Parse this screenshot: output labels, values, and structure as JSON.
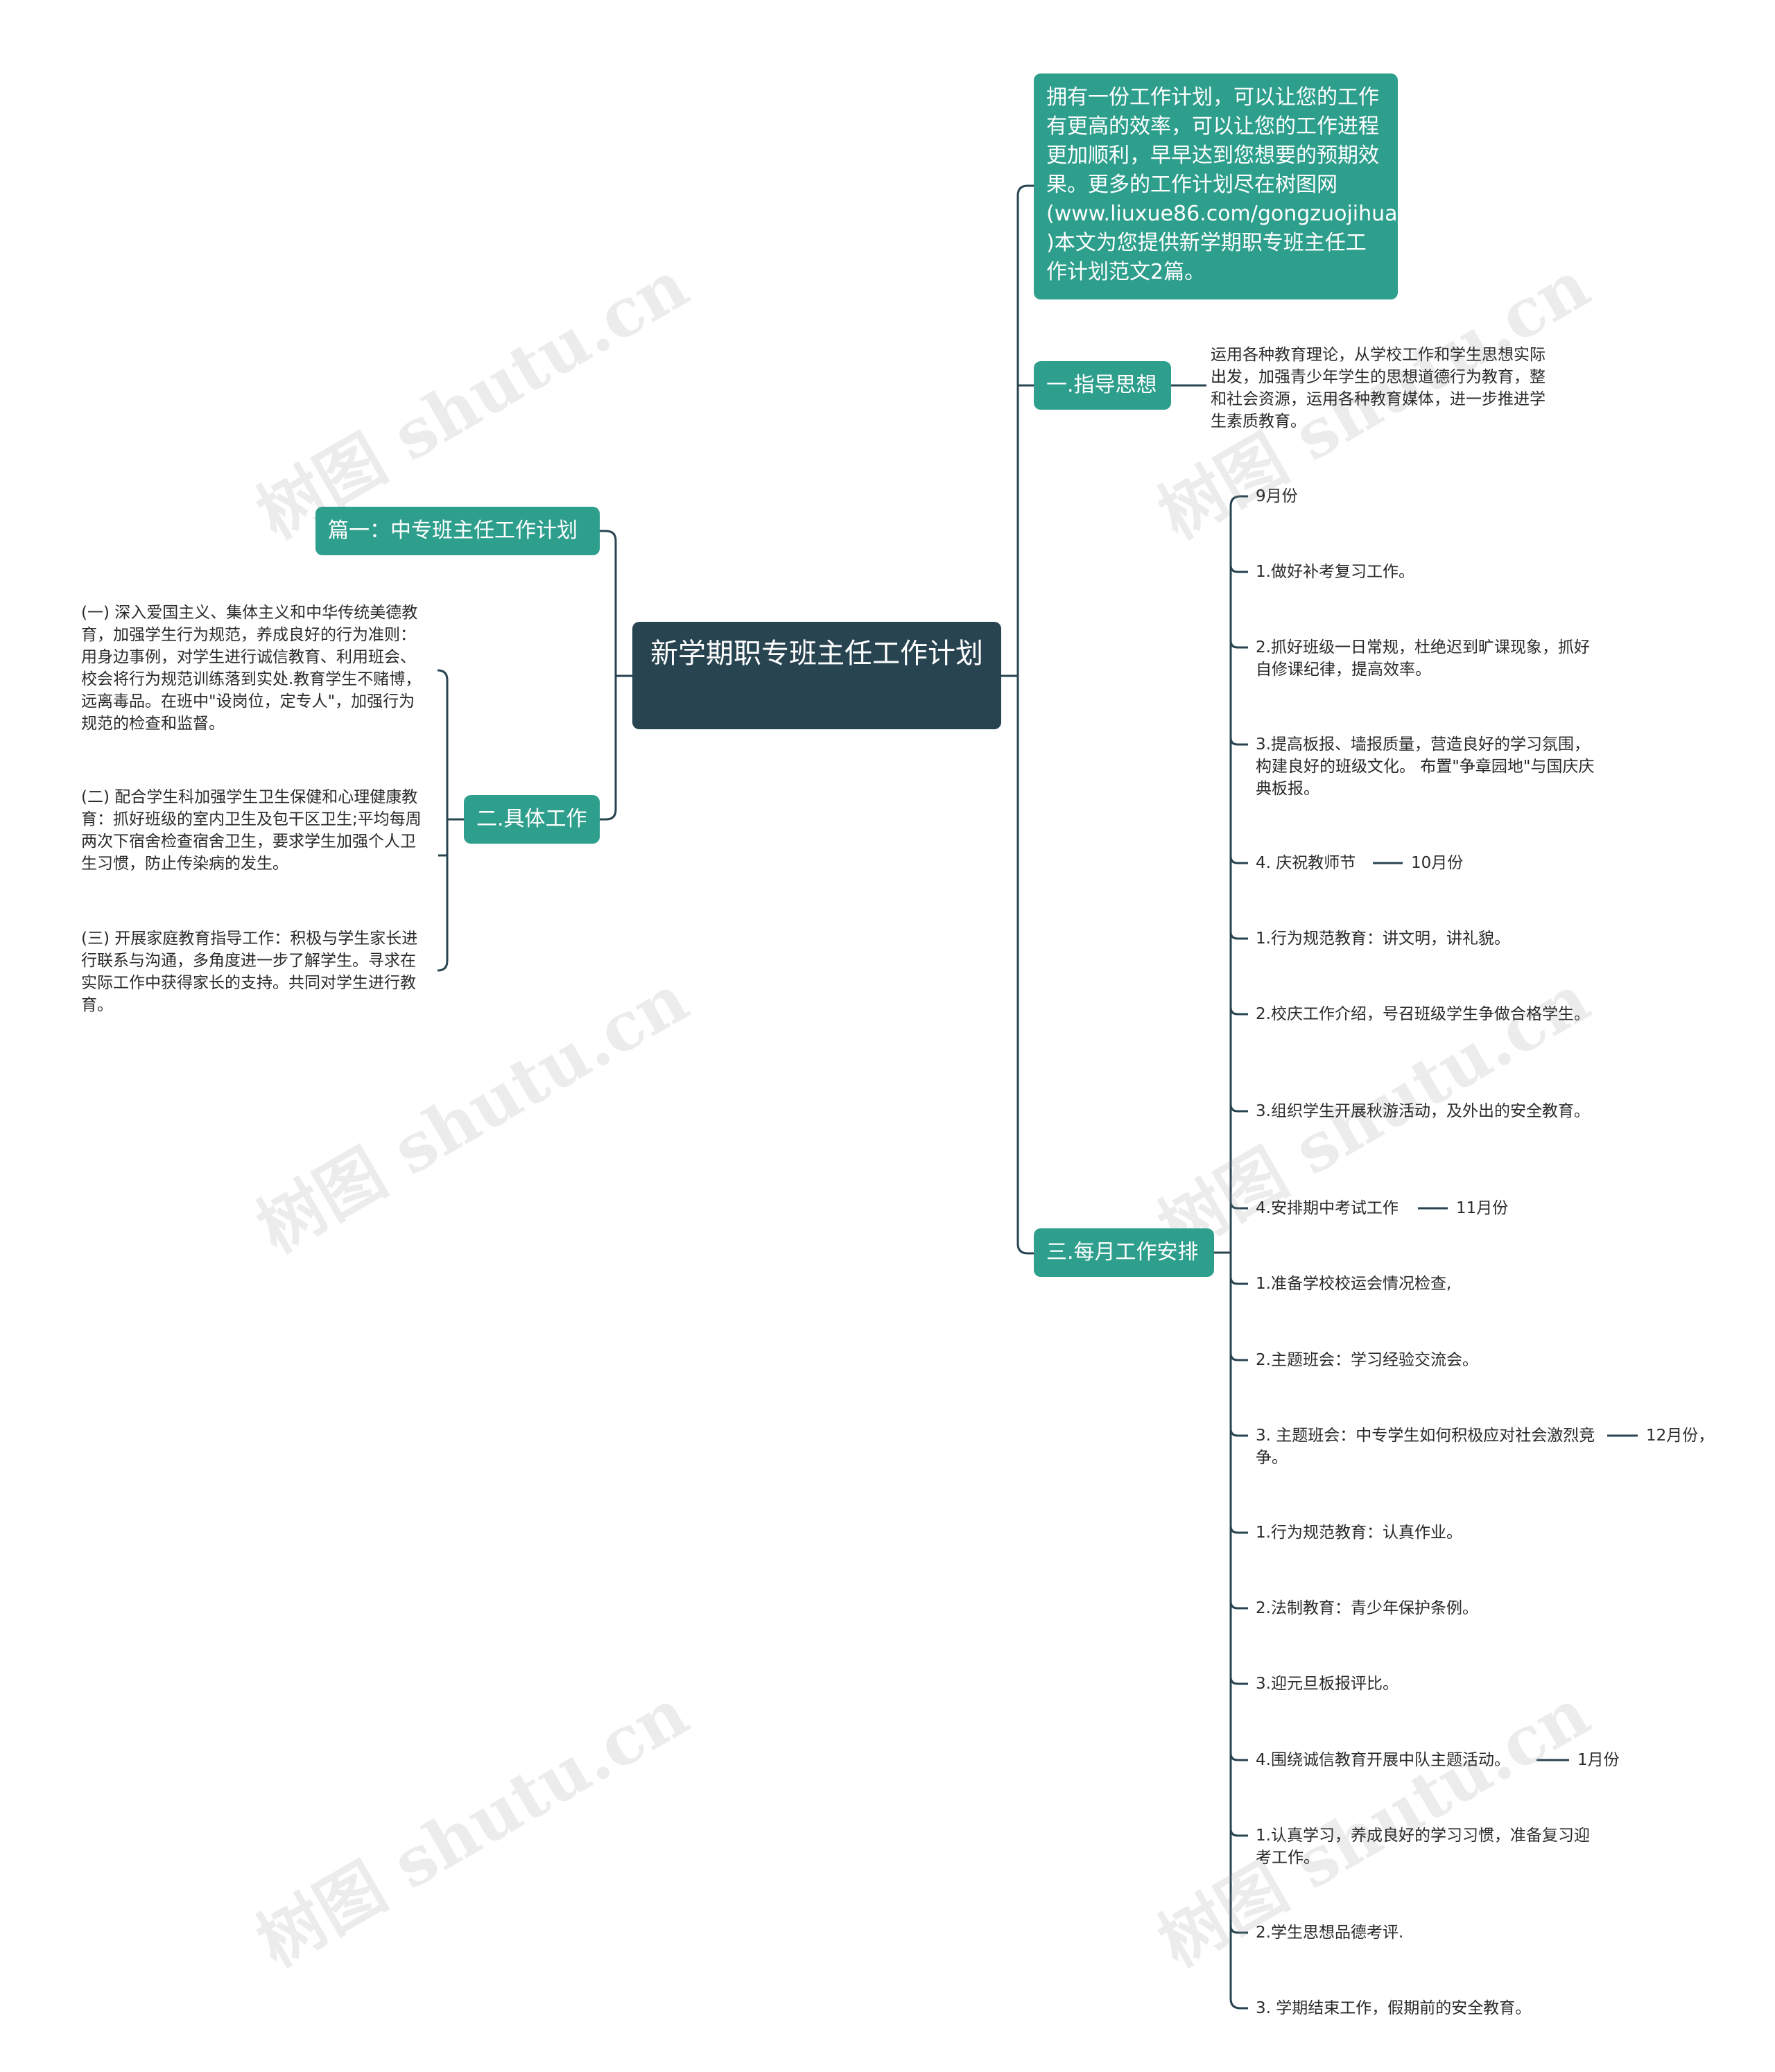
{
  "central": "新学期职专班主任工作计划",
  "intro": "拥有一份工作计划，可以让您的工作有更高的效率，可以让您的工作进程更加顺利，早早达到您想要的预期效果。更多的工作计划尽在树图网(www.liuxue86.com/gongzuojihua/ )本文为您提供新学期职专班主任工作计划范文2篇。",
  "left": {
    "pian1": "篇一：中专班主任工作计划",
    "juti": {
      "label": "二.具体工作",
      "items": [
        "(一) 深入爱国主义、集体主义和中华传统美德教育，加强学生行为规范，养成良好的行为准则：用身边事例，对学生进行诚信教育、利用班会、校会将行为规范训练落到实处.教育学生不赌博，远离毒品。在班中\"设岗位，定专人\"，加强行为规范的检查和监督。",
        "(二) 配合学生科加强学生卫生保健和心理健康教育：抓好班级的室内卫生及包干区卫生;平均每周两次下宿舍检查宿舍卫生，要求学生加强个人卫生习惯，防止传染病的发生。",
        "(三) 开展家庭教育指导工作：积极与学生家长进行联系与沟通，多角度进一步了解学生。寻求在实际工作中获得家长的支持。共同对学生进行教育。"
      ]
    }
  },
  "right": {
    "zhidao": {
      "label": "一.指导思想",
      "text": "运用各种教育理论，从学校工作和学生思想实际出发，加强青少年学生的思想道德行为教育，整和社会资源，运用各种教育媒体，进一步推进学生素质教育。"
    },
    "meiyue": {
      "label": "三.每月工作安排",
      "items": [
        {
          "text": "9月份"
        },
        {
          "text": "1.做好补考复习工作。"
        },
        {
          "text": "2.抓好班级一日常规，杜绝迟到旷课现象，抓好自修课纪律，提高效率。"
        },
        {
          "text": "3.提高板报、墙报质量，营造良好的学习氛围，构建良好的班级文化。 布置\"争章园地\"与国庆庆典板报。"
        },
        {
          "text": "4. 庆祝教师节",
          "child": "10月份"
        },
        {
          "text": "1.行为规范教育：讲文明，讲礼貌。"
        },
        {
          "text": "2.校庆工作介绍，号召班级学生争做合格学生。"
        },
        {
          "text": "3.组织学生开展秋游活动，及外出的安全教育。"
        },
        {
          "text": "4.安排期中考试工作",
          "child": "11月份"
        },
        {
          "text": "1.准备学校校运会情况检查,"
        },
        {
          "text": "2.主题班会：学习经验交流会。"
        },
        {
          "text": "3. 主题班会：中专学生如何积极应对社会激烈竞争。",
          "child": "12月份，"
        },
        {
          "text": "1.行为规范教育：认真作业。"
        },
        {
          "text": "2.法制教育：青少年保护条例。"
        },
        {
          "text": "3.迎元旦板报评比。"
        },
        {
          "text": "4.围绕诚信教育开展中队主题活动。",
          "child": "1月份"
        },
        {
          "text": "1.认真学习，养成良好的学习习惯，准备复习迎考工作。"
        },
        {
          "text": "2.学生思想品德考评."
        },
        {
          "text": "3. 学期结束工作，假期前的安全教育。"
        }
      ]
    }
  },
  "watermark": "树图 shutu.cn",
  "colors": {
    "central": "#284450",
    "branch": "#2e9f8c",
    "line": "#284450"
  }
}
